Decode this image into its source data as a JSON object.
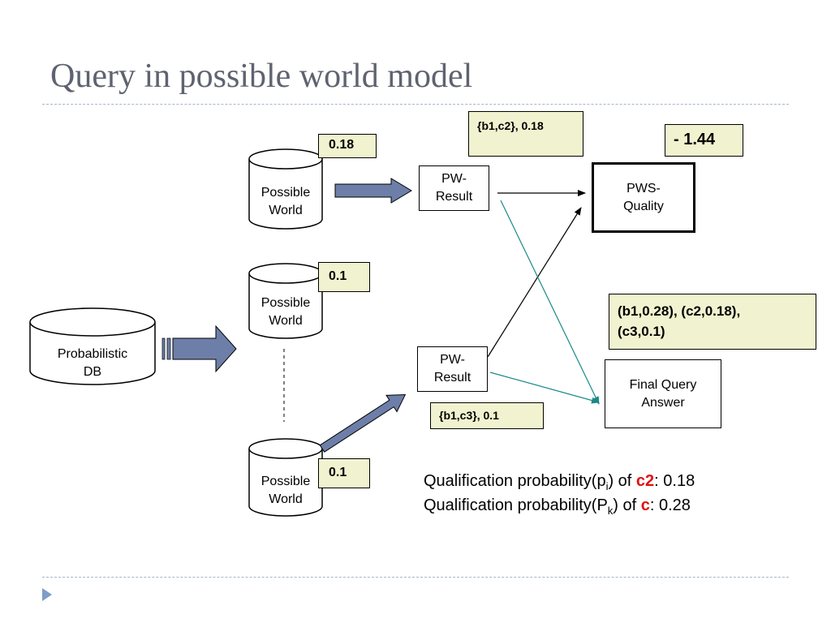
{
  "title": "Query in possible world model",
  "db_label": "Probabilistic\nDB",
  "worlds": [
    {
      "label": "Possible\nWorld",
      "prob": "0.18"
    },
    {
      "label": "Possible\nWorld",
      "prob": "0.1"
    },
    {
      "label": "Possible\nWorld",
      "prob": "0.1"
    }
  ],
  "pw_result_label": "PW-\nResult",
  "result_tags": [
    "{b1,c2}, 0.18",
    "{b1,c3}, 0.1"
  ],
  "pws_quality_label": "PWS-\nQuality",
  "pws_quality_value": "- 1.44",
  "final_answer_label": "Final Query\nAnswer",
  "final_answer_value": "(b1,0.28), (c2,0.18),\n(c3,0.1)",
  "qualification": {
    "line1": {
      "prefix": "Qualification probability(p",
      "sub": "i",
      "mid": ") of ",
      "highlight": "c2",
      "suffix": ": 0.18"
    },
    "line2": {
      "prefix": "Qualification probability(P",
      "sub": "k",
      "mid": ") of ",
      "highlight": "c",
      "suffix": ":  0.28"
    }
  },
  "colors": {
    "title": "#5f6370",
    "arrow_fill": "#6d7fa8",
    "tag_fill": "#f1f2cf",
    "teal": "#1a8a88",
    "highlight": "#e01010"
  }
}
